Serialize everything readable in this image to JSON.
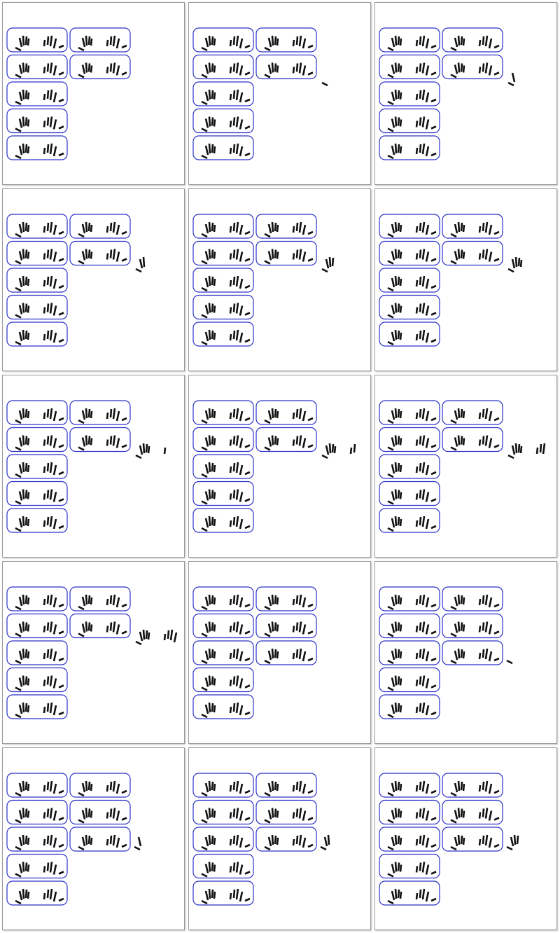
{
  "title": "",
  "colors": {
    "box_border": "#2a32c8",
    "stroke": "#111111",
    "panel_border": "#9a9a9a",
    "background": "#ffffff"
  },
  "grid": {
    "rows": 5,
    "cols": 3
  },
  "unit_glyph": "tally-fan-pair",
  "panels": [
    {
      "boxes": 7,
      "partial_strokes": 0,
      "partial_slot": null
    },
    {
      "boxes": 7,
      "partial_strokes": 1,
      "partial_slot": "r3c2"
    },
    {
      "boxes": 7,
      "partial_strokes": 2,
      "partial_slot": "r3c2"
    },
    {
      "boxes": 7,
      "partial_strokes": 3,
      "partial_slot": "r3c2"
    },
    {
      "boxes": 7,
      "partial_strokes": 4,
      "partial_slot": "r3c2"
    },
    {
      "boxes": 7,
      "partial_strokes": 5,
      "partial_slot": "r3c2"
    },
    {
      "boxes": 7,
      "partial_strokes": 6,
      "partial_slot": "r3c2"
    },
    {
      "boxes": 7,
      "partial_strokes": 7,
      "partial_slot": "r3c2"
    },
    {
      "boxes": 7,
      "partial_strokes": 8,
      "partial_slot": "r3c2"
    },
    {
      "boxes": 7,
      "partial_strokes": 9,
      "partial_slot": "r3c2"
    },
    {
      "boxes": 8,
      "partial_strokes": 0,
      "partial_slot": null
    },
    {
      "boxes": 8,
      "partial_strokes": 1,
      "partial_slot": "r3c3"
    },
    {
      "boxes": 8,
      "partial_strokes": 2,
      "partial_slot": "r3c3"
    },
    {
      "boxes": 8,
      "partial_strokes": 3,
      "partial_slot": "r3c3"
    },
    {
      "boxes": 8,
      "partial_strokes": 4,
      "partial_slot": "r3c3"
    }
  ]
}
